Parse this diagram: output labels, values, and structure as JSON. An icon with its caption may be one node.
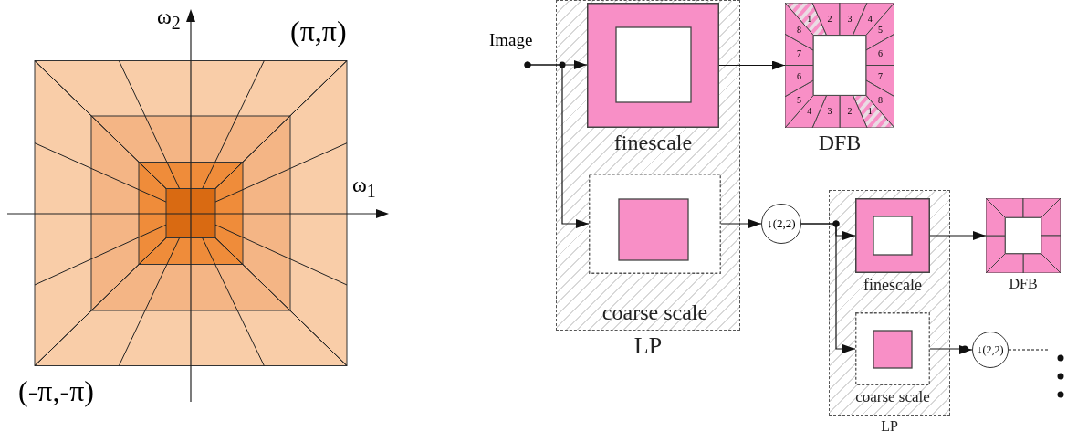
{
  "diagram": {
    "nodes": [
      {
        "text": [
          "Image"
        ]
      },
      {
        "text": [
          "LP"
        ]
      },
      {
        "text": [
          "finescale"
        ],
        "in": 1
      },
      {
        "text": [
          "coarse scale"
        ],
        "in": 1
      },
      {
        "text": [
          "1",
          "2",
          "3",
          "4",
          "8",
          "5",
          "7",
          "6",
          "6",
          "7",
          "5",
          "8",
          "4",
          "3",
          "2",
          "1",
          "DFB"
        ]
      },
      {
        "text": [
          "↓(2,2)"
        ]
      },
      {
        "text": [
          "LP"
        ]
      },
      {
        "text": [
          "finescale"
        ],
        "in": 6
      },
      {
        "text": [
          "coarse scale"
        ],
        "in": 6
      },
      {
        "text": [
          "DFB"
        ]
      },
      {
        "text": [
          "↓(2,2)"
        ]
      }
    ],
    "edges": [
      {
        "from": 0,
        "to": 2,
        "arrow": "to"
      },
      {
        "from": 0,
        "to": 3,
        "arrow": "to"
      },
      {
        "from": 2,
        "to": 4,
        "arrow": "to"
      },
      {
        "from": 3,
        "to": 5,
        "arrow": "to"
      },
      {
        "from": 5,
        "to": 7,
        "arrow": "to"
      },
      {
        "from": 5,
        "to": 8,
        "arrow": "to"
      },
      {
        "from": 7,
        "to": 9,
        "arrow": "to"
      },
      {
        "from": 8,
        "to": 10,
        "arrow": "to"
      },
      {
        "from": 10,
        "to": null,
        "arrow": "none",
        "style": "dashed"
      }
    ],
    "labels": [
      "ω$_{2}$",
      "(π,π)",
      "ω$_{1}$",
      "(-π,-π)"
    ]
  }
}
